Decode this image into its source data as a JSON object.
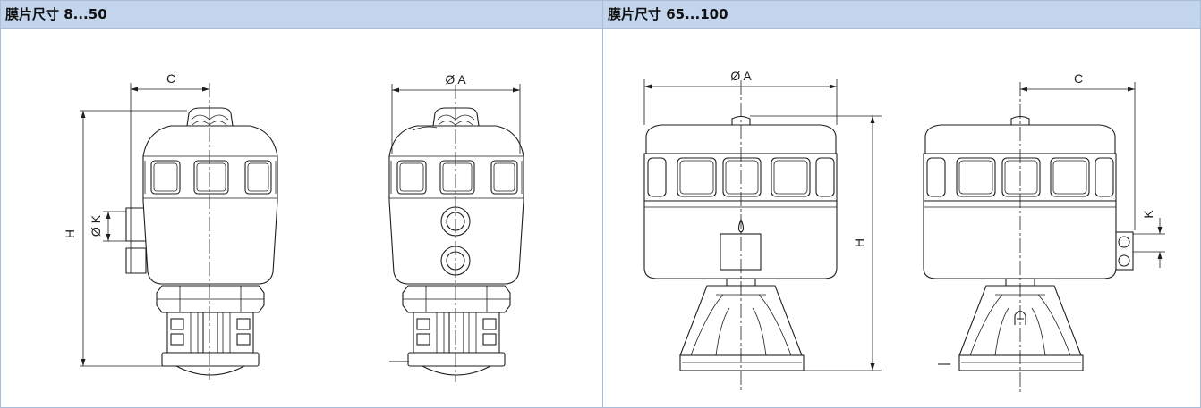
{
  "panels": [
    {
      "title": "膜片尺寸 8...50",
      "dimensions": {
        "c": "C",
        "a": "Ø A",
        "h": "H",
        "k": "Ø K"
      }
    },
    {
      "title": "膜片尺寸 65...100",
      "dimensions": {
        "a": "Ø A",
        "c": "C",
        "h": "H",
        "k": "K"
      }
    }
  ]
}
